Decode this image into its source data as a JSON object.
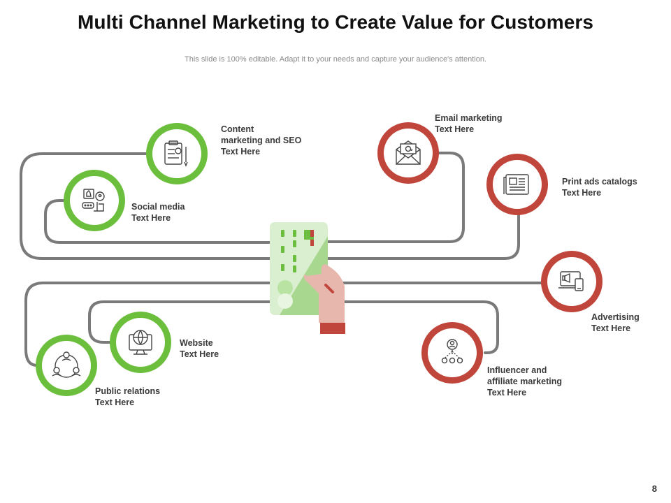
{
  "slide": {
    "title": "Multi Channel Marketing to Create Value for Customers",
    "subtitle": "This slide is 100% editable. Adapt it to your needs and capture your audience's attention.",
    "page_number": "8"
  },
  "colors": {
    "green": "#6cbf3c",
    "red": "#c0453b",
    "path": "#7a7a7a",
    "card_light": "#d9efcf",
    "card_mid": "#a8d890",
    "hand": "#e7b7ad",
    "cuff": "#c0453b"
  },
  "channels": [
    {
      "id": "content",
      "icon": "content-seo-icon",
      "color": "green",
      "lines": [
        "Content",
        "marketing and SEO",
        "Text Here"
      ]
    },
    {
      "id": "social",
      "icon": "social-media-icon",
      "color": "green",
      "lines": [
        "Social media",
        "Text Here"
      ]
    },
    {
      "id": "website",
      "icon": "website-icon",
      "color": "green",
      "lines": [
        "Website",
        "Text Here"
      ]
    },
    {
      "id": "pr",
      "icon": "public-relations-icon",
      "color": "green",
      "lines": [
        "Public relations",
        "Text Here"
      ]
    },
    {
      "id": "email",
      "icon": "email-icon",
      "color": "red",
      "lines": [
        "Email marketing",
        "Text Here"
      ]
    },
    {
      "id": "print",
      "icon": "print-ads-icon",
      "color": "red",
      "lines": [
        "Print ads catalogs",
        "Text Here"
      ]
    },
    {
      "id": "advertising",
      "icon": "advertising-icon",
      "color": "red",
      "lines": [
        "Advertising",
        "Text Here"
      ]
    },
    {
      "id": "influencer",
      "icon": "influencer-icon",
      "color": "red",
      "lines": [
        "Influencer and",
        "affiliate marketing",
        "Text Here"
      ]
    }
  ]
}
